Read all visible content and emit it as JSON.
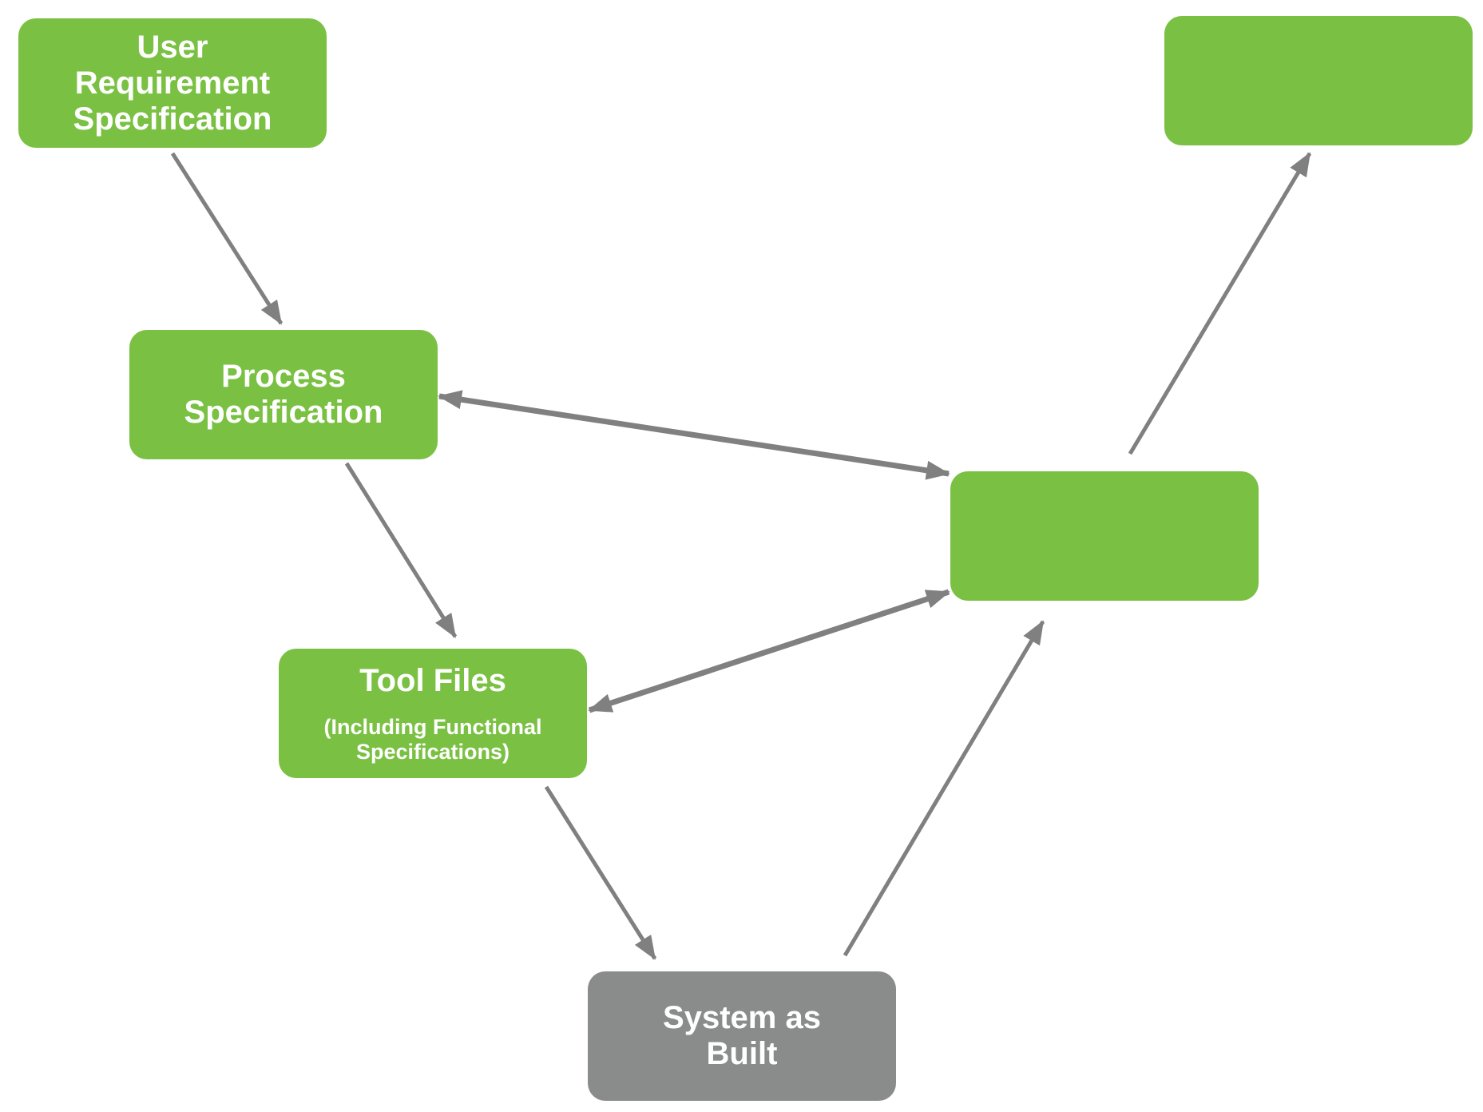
{
  "boxes": {
    "user_requirement_spec": {
      "label": "User\nRequirement\nSpecification"
    },
    "process_spec": {
      "label": "Process\nSpecification"
    },
    "tool_files": {
      "label": "Tool Files",
      "sublabel": "(Including Functional\nSpecifications)"
    },
    "system_as_built": {
      "label": "System as\nBuilt"
    },
    "middle_right_box": {
      "label": ""
    },
    "top_right_box": {
      "label": ""
    }
  },
  "colors": {
    "box_green": "#7ac143",
    "box_gray": "#8a8c8c",
    "arrow_gray": "#808080"
  }
}
